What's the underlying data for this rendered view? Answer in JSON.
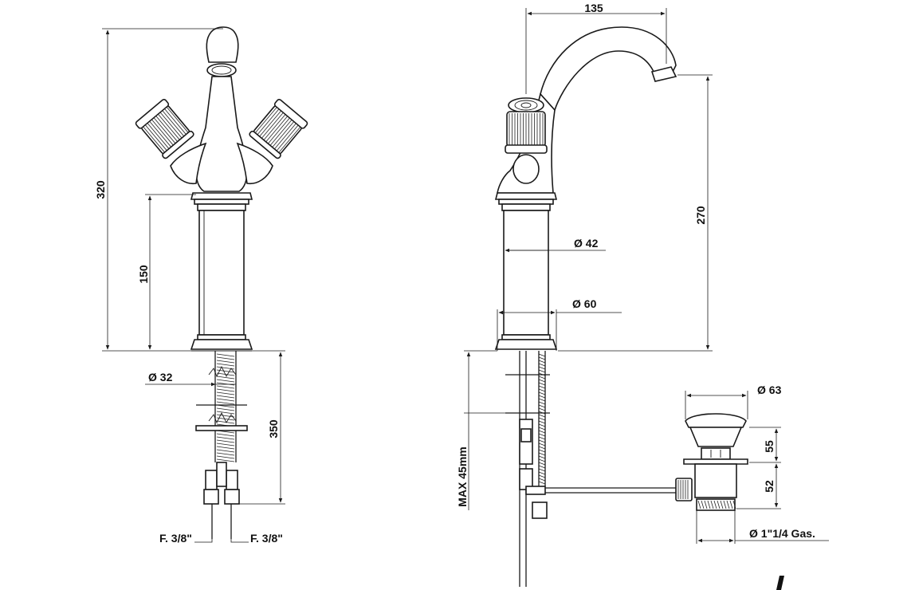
{
  "dimensions": {
    "front_total_height": "320",
    "front_body_height": "150",
    "front_pipe_diameter": "Ø 32",
    "front_under_length": "350",
    "inlet_left": "F. 3/8\"",
    "inlet_right": "F. 3/8\"",
    "spout_reach": "135",
    "spout_height": "270",
    "body_diameter": "Ø 42",
    "base_diameter": "Ø 60",
    "max_deck": "MAX 45mm",
    "waste_diameter": "Ø 63",
    "waste_upper": "55",
    "waste_lower": "52",
    "waste_thread": "Ø 1\"1/4 Gas."
  },
  "colors": {
    "line": "#1a1a1a",
    "background": "#ffffff"
  }
}
